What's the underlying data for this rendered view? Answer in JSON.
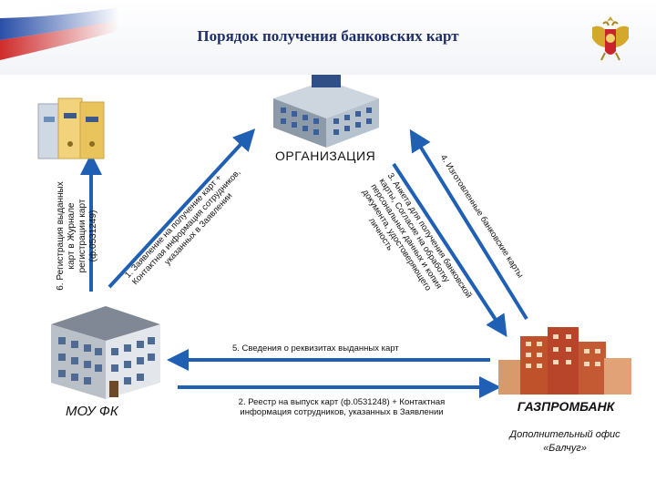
{
  "header": {
    "title": "Порядок получения банковских карт"
  },
  "colors": {
    "title": "#1f2f6b",
    "arrow": "#1f5fb4",
    "flag_white": "#ffffff",
    "flag_blue": "#2a4fa8",
    "flag_red": "#d02b2b"
  },
  "icons": {
    "emblem": "double-headed-eagle-emblem",
    "folders": "binder-folders-icon",
    "organization": "office-building-icon",
    "mou": "treasury-building-icon",
    "bank": "bank-buildings-icon"
  },
  "nodes": {
    "organization": "ОРГАНИЗАЦИЯ",
    "mou": "МОУ ФК",
    "bank": "ГАЗПРОМБАНК",
    "bank_sub_line1": "Дополнительный офис",
    "bank_sub_line2": "«Балчуг»"
  },
  "steps": {
    "step1": [
      "1. Заявление на получение карт +",
      "Контактная информация сотрудников,",
      "указанных в Заявлении"
    ],
    "step2": [
      "2. Реестр на выпуск карт (ф.0531248) + Контактная",
      "информация сотрудников, указанных в Заявлении"
    ],
    "step3": [
      "3. Анкета для получения банковской",
      "карты, Согласие на обработку",
      "персональных данных и копия",
      "документа, удостоверяющего",
      "личность"
    ],
    "step4": "4. Изготовленные банковские карты",
    "step5": "5. Сведения о реквизитах выданных карт",
    "step6": [
      "6. Регистрация выданных",
      "карт в Журнале",
      "регистрации карт",
      "(ф.0531249)"
    ]
  }
}
